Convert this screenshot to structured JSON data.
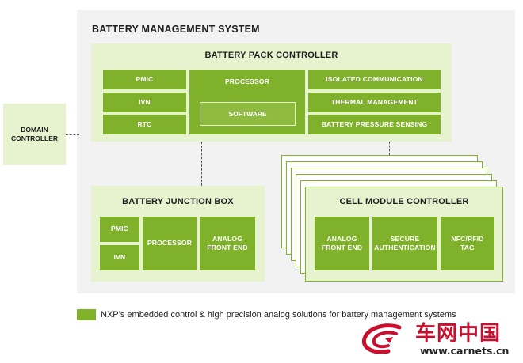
{
  "system": {
    "title": "BATTERY MANAGEMENT SYSTEM"
  },
  "domain_controller": {
    "label": "DOMAIN\nCONTROLLER"
  },
  "pack": {
    "title": "BATTERY PACK CONTROLLER",
    "left": [
      "PMIC",
      "IVN",
      "RTC"
    ],
    "processor": "PROCESSOR",
    "software": "SOFTWARE",
    "right": [
      "ISOLATED COMMUNICATION",
      "THERMAL MANAGEMENT",
      "BATTERY PRESSURE SENSING"
    ]
  },
  "junction": {
    "title": "BATTERY JUNCTION BOX",
    "left": [
      "PMIC",
      "IVN"
    ],
    "processor": "PROCESSOR",
    "afe": "ANALOG\nFRONT END"
  },
  "cell": {
    "title": "CELL MODULE CONTROLLER",
    "blocks": [
      "ANALOG\nFRONT END",
      "SECURE\nAUTHENTICATION",
      "NFC/RFID\nTAG"
    ]
  },
  "legend": {
    "text": "NXP’s embedded control & high precision analog solutions for battery management systems"
  },
  "watermark": {
    "cn": "车网中国",
    "url": "www.carnets.cn"
  },
  "colors": {
    "accent_green": "#7fb12b",
    "light_green": "#e7f2cf",
    "panel_gray": "#f2f2f2",
    "watermark_red": "#c8102e"
  }
}
